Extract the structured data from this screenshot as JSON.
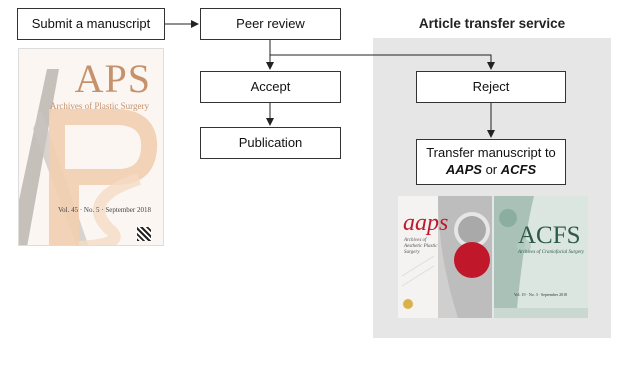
{
  "panel": {
    "title": "Article transfer service"
  },
  "boxes": {
    "submit": "Submit a manuscript",
    "peer_review": "Peer review",
    "accept": "Accept",
    "publication": "Publication",
    "reject": "Reject",
    "transfer_line1": "Transfer manuscript to",
    "transfer_aaps": "AAPS",
    "transfer_or": "or",
    "transfer_acfs": "ACFS"
  },
  "covers": {
    "aps": {
      "title": "APS",
      "subtitle": "Archives of Plastic Surgery",
      "volume": "Vol. 45 · No. 5 · September 2018"
    },
    "aaps": {
      "title": "aaps",
      "subtitle": "Archives of Aesthetic Plastic Surgery"
    },
    "acfs": {
      "title": "ACFS",
      "subtitle": "Archives of Craniofacial Surgery",
      "volume": "Vol. 19 · No. 3 · September 2018"
    }
  },
  "colors": {
    "aps_accent": "#c6926c",
    "aaps_red": "#c0182a",
    "acfs_green": "#2d5a4d",
    "panel_bg": "#e6e6e6"
  }
}
